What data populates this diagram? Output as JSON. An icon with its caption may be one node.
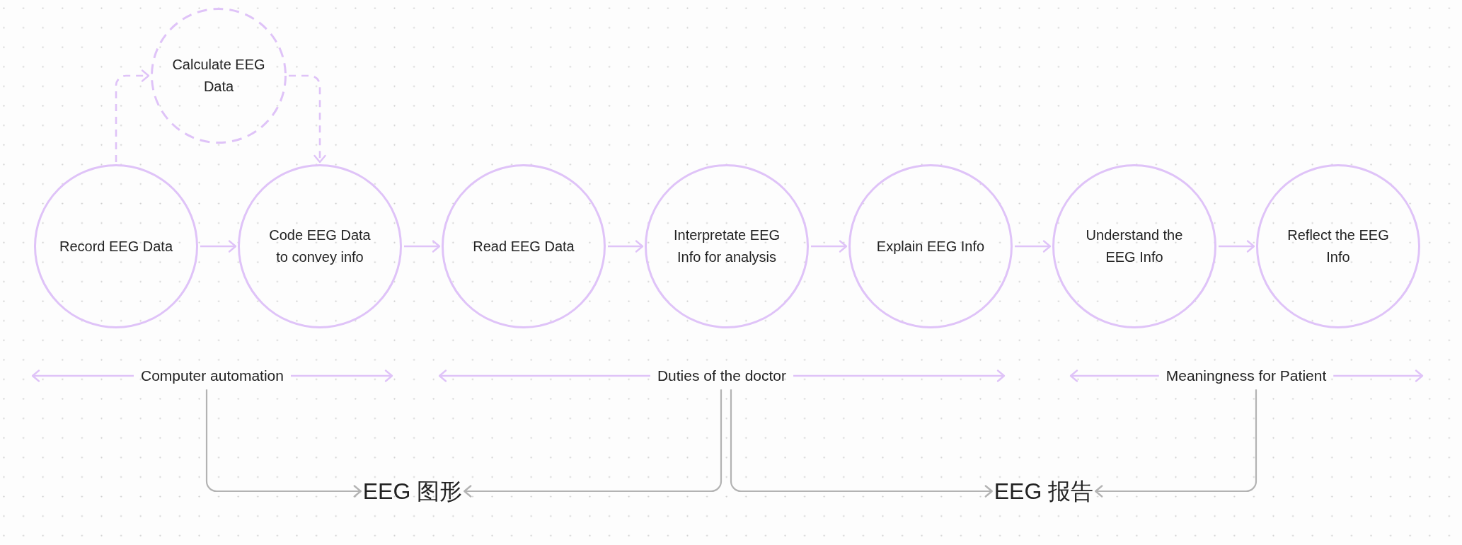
{
  "diagram": {
    "nodes": [
      {
        "text": [
          "Calculate EEG Data"
        ]
      },
      {
        "text": [
          "Record EEG Data"
        ]
      },
      {
        "text": [
          "Code EEG Data to convey info"
        ]
      },
      {
        "text": [
          "Read EEG Data"
        ]
      },
      {
        "text": [
          "Interpretate EEG Info for analysis"
        ]
      },
      {
        "text": [
          "Explain EEG Info"
        ]
      },
      {
        "text": [
          "Understand the EEG Info"
        ]
      },
      {
        "text": [
          "Reflect the EEG Info"
        ]
      },
      {
        "text": [
          "Computer automation"
        ]
      },
      {
        "text": [
          "Duties of the doctor"
        ]
      },
      {
        "text": [
          "Meaningness for Patient"
        ]
      },
      {
        "text": [
          "EEG 图形"
        ]
      },
      {
        "text": [
          "EEG 报告"
        ]
      }
    ],
    "edges": [
      {
        "from": 1,
        "to": 0,
        "arrow": "to",
        "style": "dashed"
      },
      {
        "from": 0,
        "to": 2,
        "arrow": "to",
        "style": "dashed"
      },
      {
        "from": 1,
        "to": 2,
        "arrow": "to"
      },
      {
        "from": 2,
        "to": 3,
        "arrow": "to"
      },
      {
        "from": 3,
        "to": 4,
        "arrow": "to"
      },
      {
        "from": 4,
        "to": 5,
        "arrow": "to"
      },
      {
        "from": 5,
        "to": 6,
        "arrow": "to"
      },
      {
        "from": 6,
        "to": 7,
        "arrow": "to"
      },
      {
        "from": 8,
        "to": 11,
        "arrow": "to",
        "color": "#b3b3b3"
      },
      {
        "from": 9,
        "to": 11,
        "arrow": "to",
        "color": "#b3b3b3"
      },
      {
        "from": 9,
        "to": 12,
        "arrow": "to",
        "color": "#b3b3b3"
      },
      {
        "from": 10,
        "to": 12,
        "arrow": "to",
        "color": "#b3b3b3"
      }
    ]
  }
}
